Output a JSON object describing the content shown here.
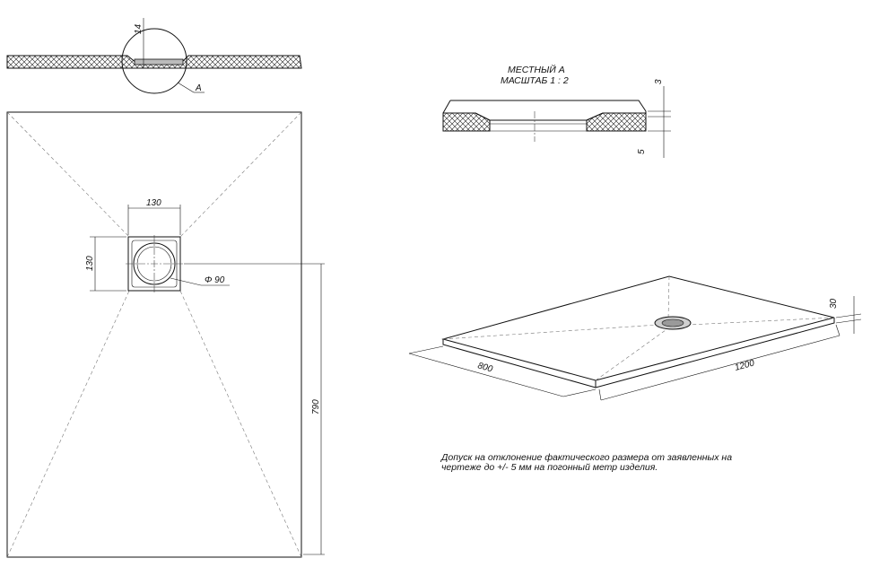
{
  "top_section": {
    "dim_thickness": "14",
    "detail_label": "A"
  },
  "plan_view": {
    "dim_drain_width": "130",
    "dim_drain_height": "130",
    "dim_drain_diameter": "Φ 90",
    "dim_length": "790"
  },
  "detail_view": {
    "title": "МЕСТНЫЙ А",
    "scale": "МАСШТАБ 1 : 2",
    "dim_top": "3",
    "dim_bottom": "5"
  },
  "iso_view": {
    "dim_width": "800",
    "dim_length": "1200",
    "dim_height": "30"
  },
  "note": {
    "line1": "Допуск на отклонение фактического размера от заявленных на",
    "line2": "чертеже до +/- 5 мм на погонный метр изделия."
  }
}
